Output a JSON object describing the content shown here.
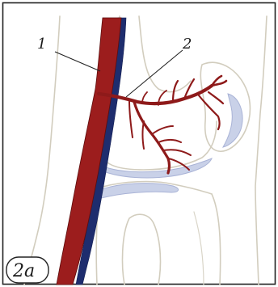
{
  "figure": {
    "badge": "2a",
    "labels": {
      "one": "1",
      "two": "2"
    }
  },
  "colors": {
    "artery": "#9c1d1d",
    "vein": "#1e2d6e",
    "cartilage": "#c9d1e8",
    "bone_outline": "#d2cdbe",
    "frame": "#222222"
  }
}
